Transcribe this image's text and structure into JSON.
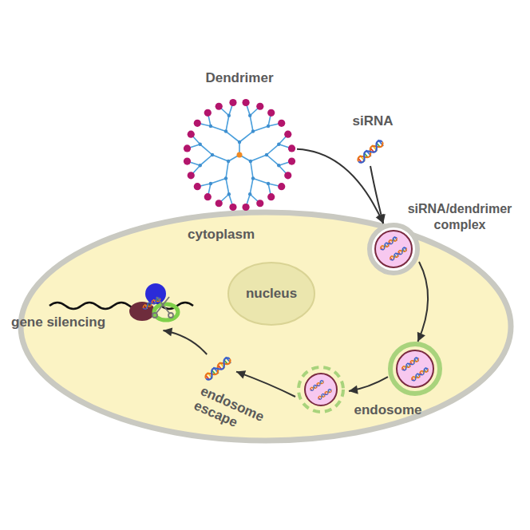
{
  "diagram": {
    "nodes": [
      {
        "text": [
          "cytoplasm"
        ]
      },
      {
        "text": [
          "nucleus"
        ],
        "in": 0
      },
      {
        "text": [
          "Dendrimer"
        ]
      },
      {
        "text": [
          "siRNA"
        ]
      },
      {
        "text": [
          "siRNA/dendrimer complex"
        ]
      },
      {
        "text": [
          "endosome"
        ],
        "in": 0
      },
      {
        "text": [
          "endosome escape"
        ],
        "in": 0
      },
      {
        "text": [
          "gene silencing"
        ],
        "in": 0
      }
    ],
    "edges": [
      {
        "from": 2,
        "to": 4,
        "arrow": "to"
      },
      {
        "from": 3,
        "to": 4,
        "arrow": "to"
      },
      {
        "from": 4,
        "to": 5,
        "arrow": "to"
      },
      {
        "from": 5,
        "to": 6,
        "arrow": "to"
      },
      {
        "from": 6,
        "to": 7,
        "arrow": "to"
      }
    ]
  }
}
